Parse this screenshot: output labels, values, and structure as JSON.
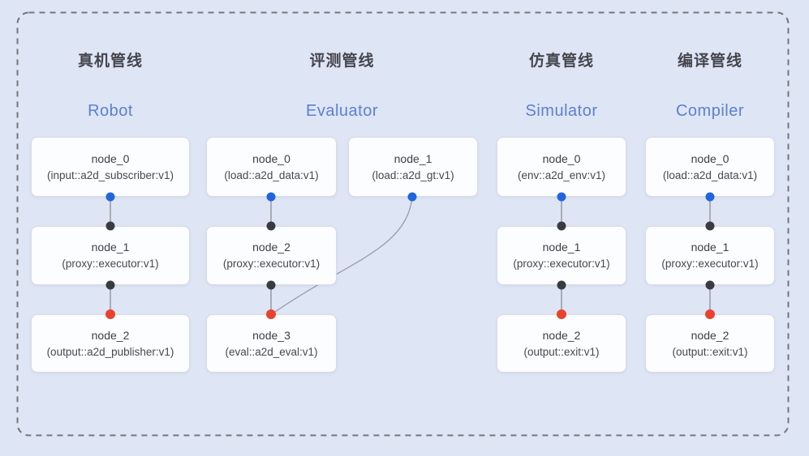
{
  "diagram": {
    "pipelines": [
      {
        "cn_title": "真机管线",
        "en_title": "Robot",
        "nodes": [
          {
            "name": "node_0",
            "detail": "(input::a2d_subscriber:v1)"
          },
          {
            "name": "node_1",
            "detail": "(proxy::executor:v1)"
          },
          {
            "name": "node_2",
            "detail": "(output::a2d_publisher:v1)"
          }
        ]
      },
      {
        "cn_title": "评测管线",
        "en_title": "Evaluator",
        "nodes": [
          {
            "name": "node_0",
            "detail": "(load::a2d_data:v1)"
          },
          {
            "name": "node_1",
            "detail": "(load::a2d_gt:v1)"
          },
          {
            "name": "node_2",
            "detail": "(proxy::executor:v1)"
          },
          {
            "name": "node_3",
            "detail": "(eval::a2d_eval:v1)"
          }
        ]
      },
      {
        "cn_title": "仿真管线",
        "en_title": "Simulator",
        "nodes": [
          {
            "name": "node_0",
            "detail": "(env::a2d_env:v1)"
          },
          {
            "name": "node_1",
            "detail": "(proxy::executor:v1)"
          },
          {
            "name": "node_2",
            "detail": "(output::exit:v1)"
          }
        ]
      },
      {
        "cn_title": "编译管线",
        "en_title": "Compiler",
        "nodes": [
          {
            "name": "node_0",
            "detail": "(load::a2d_data:v1)"
          },
          {
            "name": "node_1",
            "detail": "(proxy::executor:v1)"
          },
          {
            "name": "node_2",
            "detail": "(output::exit:v1)"
          }
        ]
      }
    ],
    "ports": {
      "source_output": "blue-dot",
      "intermediate": "black-dot",
      "final_input": "red-dot"
    },
    "colors": {
      "background": "#dee5f4",
      "dashed_border": "#74767d",
      "node_fill": "#fcfdff",
      "node_border": "#d7dce6",
      "node_text": "#3d3e44",
      "cn_title": "#45464d",
      "en_title": "#5b80d5",
      "edge_line": "#8f949e",
      "dot_blue": "#2065dd",
      "dot_black": "#3a3b40",
      "dot_red": "#e8432f"
    }
  }
}
